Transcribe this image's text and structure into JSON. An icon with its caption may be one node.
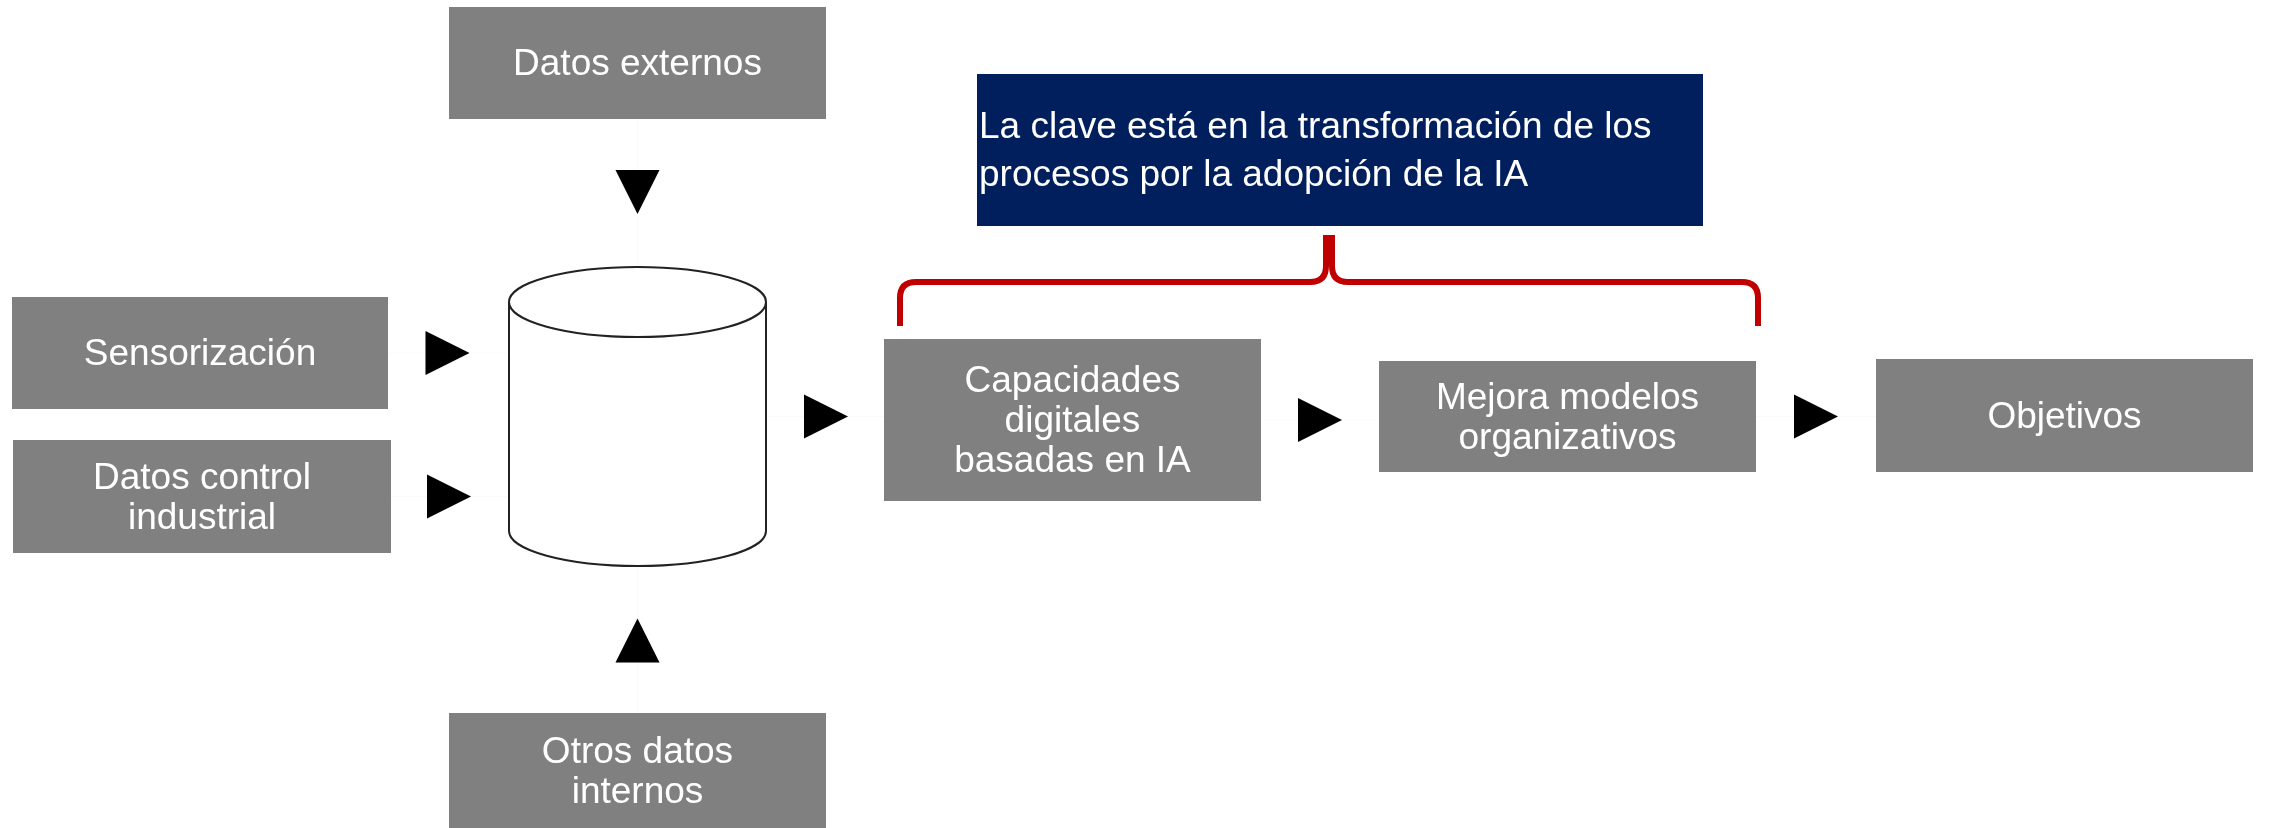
{
  "diagram": {
    "nodes": [
      {
        "text": [
          "Datos externos"
        ]
      },
      {
        "text": [
          "La clave está en la transformación de los procesos por la adopción de la IA"
        ]
      },
      {
        "text": [
          "Sensorización"
        ]
      },
      {
        "text": [
          "Datos control industrial"
        ]
      },
      {
        "text": [],
        "shape": "cylinder"
      },
      {
        "text": [
          "Capacidades digitales basadas en IA"
        ]
      },
      {
        "text": [
          "Mejora modelos organizativos"
        ]
      },
      {
        "text": [
          "Objetivos"
        ]
      },
      {
        "text": [
          "Otros datos internos"
        ]
      }
    ],
    "edges": [
      {
        "from": 0,
        "to": 4,
        "arrow": "to"
      },
      {
        "from": 2,
        "to": 4,
        "arrow": "to"
      },
      {
        "from": 3,
        "to": 4,
        "arrow": "to"
      },
      {
        "from": 8,
        "to": 4,
        "arrow": "to"
      },
      {
        "from": 4,
        "to": 5,
        "arrow": "to"
      },
      {
        "from": 5,
        "to": 6,
        "arrow": "to"
      },
      {
        "from": 6,
        "to": 7,
        "arrow": "to"
      }
    ]
  }
}
